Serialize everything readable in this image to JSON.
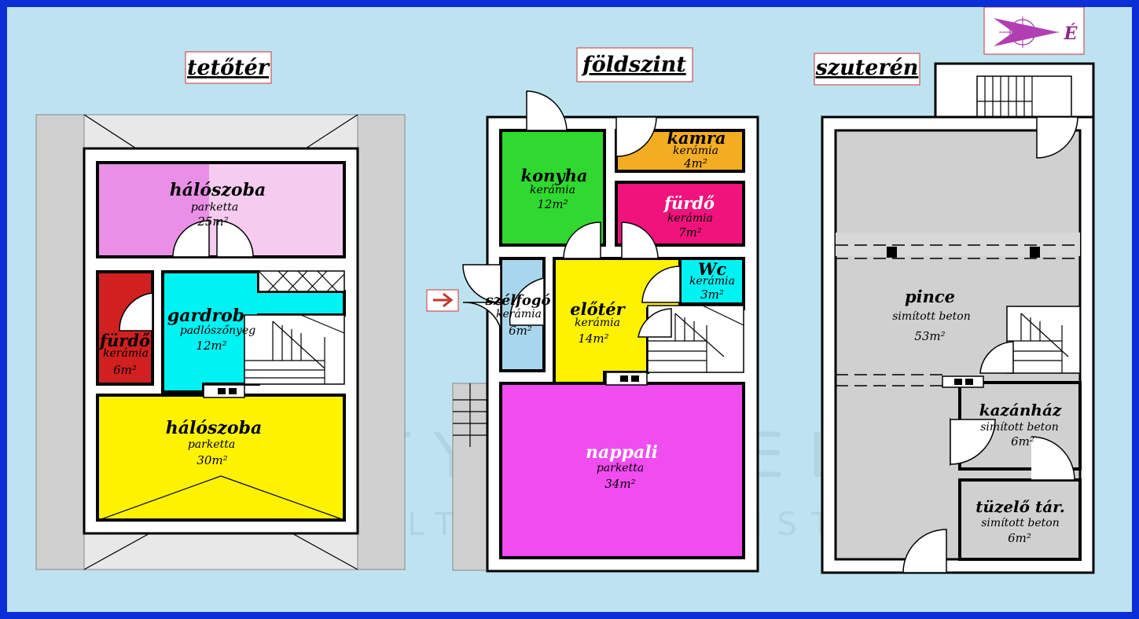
{
  "floors": {
    "attic": {
      "title": "tetőtér",
      "rooms": [
        {
          "name": "hálószoba",
          "material": "parketta",
          "area": "25m²"
        },
        {
          "name": "fürdő",
          "material": "kerámia",
          "area": "6m²"
        },
        {
          "name": "gardrob",
          "material": "padlószőnyeg",
          "area": "12m²"
        },
        {
          "name": "hálószoba",
          "material": "parketta",
          "area": "30m²"
        }
      ]
    },
    "ground": {
      "title": "földszint",
      "rooms": [
        {
          "name": "konyha",
          "material": "kerámia",
          "area": "12m²"
        },
        {
          "name": "kamra",
          "material": "kerámia",
          "area": "4m²"
        },
        {
          "name": "fürdő",
          "material": "kerámia",
          "area": "7m²"
        },
        {
          "name": "Wc",
          "material": "kerámia",
          "area": "3m²"
        },
        {
          "name": "szélfogó",
          "material": "kerámia",
          "area": "6m²"
        },
        {
          "name": "előtér",
          "material": "kerámia",
          "area": "14m²"
        },
        {
          "name": "nappali",
          "material": "parketta",
          "area": "34m²"
        }
      ]
    },
    "basement": {
      "title": "szuterén",
      "rooms": [
        {
          "name": "pince",
          "material": "simított beton",
          "area": "53m²"
        },
        {
          "name": "kazánház",
          "material": "simított beton",
          "area": "6m²"
        },
        {
          "name": "tüzelő tár.",
          "material": "simított beton",
          "area": "6m²"
        }
      ]
    }
  },
  "compass": {
    "label": "É"
  },
  "watermark": {
    "line1": "CITYCARTEL",
    "line2": "REALTY SPECIALIST"
  },
  "colors": {
    "background": "#bde3f1",
    "border": "#0b2fd6",
    "magenta_light": "#f5ccf0",
    "magenta": "#e990e6",
    "red": "#d12020",
    "cyan": "#00f3f3",
    "yellow": "#fff200",
    "green": "#2fd92f",
    "orange": "#f3ad22",
    "pink": "#f0137c",
    "light_blue": "#a8d7ed",
    "living": "#f04cf0",
    "grey": "#d0d0d0"
  }
}
